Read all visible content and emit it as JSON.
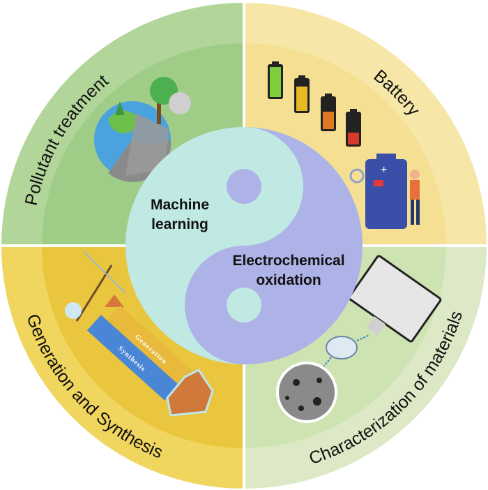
{
  "quadrants": {
    "top_left": {
      "label": "Pollutant treatment"
    },
    "top_right": {
      "label": "Battery"
    },
    "bottom_left": {
      "label": "Generation and Synthesis",
      "book_labels": [
        "Synthesis",
        "Generation"
      ]
    },
    "bottom_right": {
      "label": "Characterization of materials"
    }
  },
  "center": {
    "left_label_line1": "Machine",
    "left_label_line2": "learning",
    "right_label_line1": "Electrochemical",
    "right_label_line2": "oxidation"
  },
  "colors": {
    "tl_outer": "#b2d59a",
    "tl_inner": "#9fcd88",
    "tr_outer": "#f6e6a8",
    "tr_inner": "#f4df92",
    "bl_outer": "#f0d55e",
    "bl_inner": "#e9c63e",
    "br_outer": "#dde9c6",
    "br_inner": "#cde4b2",
    "yin": "#c0e9e3",
    "yang": "#adb3e6"
  }
}
